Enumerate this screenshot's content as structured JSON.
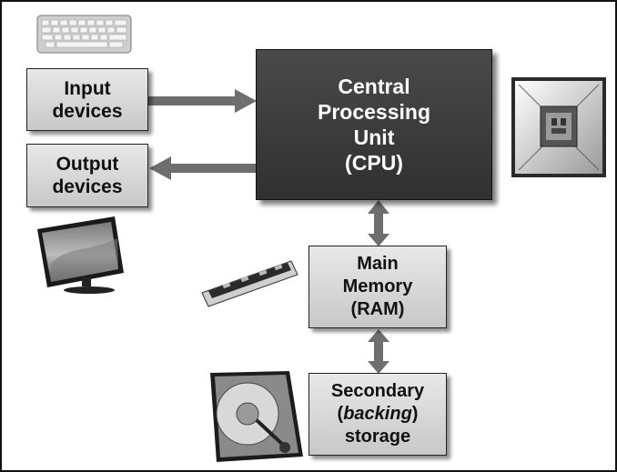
{
  "diagram": {
    "input_devices": "Input\ndevices",
    "output_devices": "Output\ndevices",
    "cpu": "Central\nProcessing\nUnit\n(CPU)",
    "main_memory": "Main\nMemory\n(RAM)",
    "secondary_storage": {
      "line1": "Secondary",
      "line2_open": "(",
      "line2_italic": "backing",
      "line2_close": ")",
      "line3": "storage"
    }
  },
  "icons": [
    "keyboard-icon",
    "monitor-icon",
    "cpu-chip-icon",
    "ram-module-icon",
    "hard-drive-icon"
  ],
  "colors": {
    "cpu_fill": "#3a3a3a",
    "box_fill": "#d6d6d6",
    "arrow": "#6e6e6e"
  }
}
